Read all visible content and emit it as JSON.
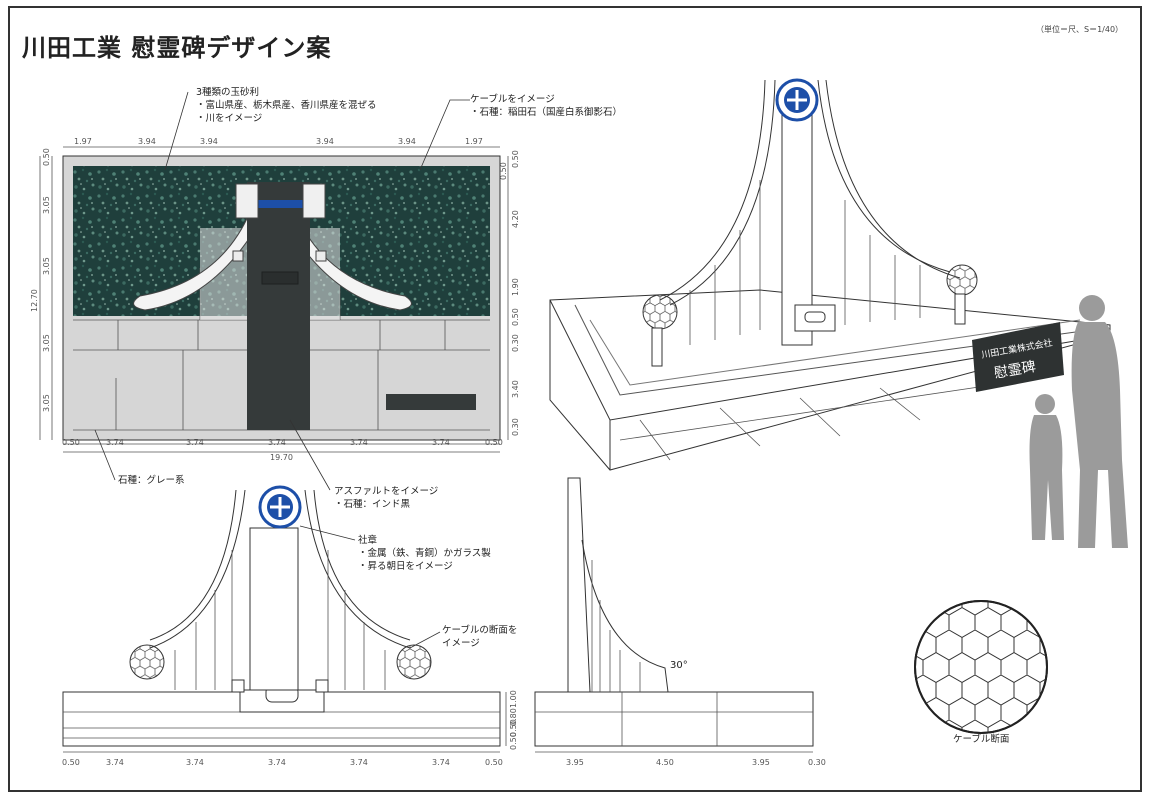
{
  "title": "川田工業 慰霊碑デザイン案",
  "unit_note": "（単位＝尺、S＝1/40）",
  "notes": {
    "gravel": [
      "3種類の玉砂利",
      "・富山県産、栃木県産、香川県産を混ぜる",
      "・川をイメージ"
    ],
    "cable_stone": [
      "ケーブルをイメージ",
      "・石種：稲田石（国産白系御影石）"
    ],
    "grey_stone": [
      "石種：グレー系"
    ],
    "asphalt": [
      "アスファルトをイメージ",
      "・石種：インド黒"
    ],
    "emblem": [
      "社章",
      "・金属（鉄、青銅）かガラス製",
      "・昇る朝日をイメージ"
    ],
    "cable_section_note": [
      "ケーブルの断面を",
      "イメージ"
    ],
    "cable_section_label": "ケーブル断面",
    "angle": "30°"
  },
  "plan_dims": {
    "top": [
      "1.97",
      "3.94",
      "3.94",
      "3.94",
      "3.94",
      "1.97"
    ],
    "bottom": [
      "0.50",
      "3.74",
      "3.74",
      "3.74",
      "3.74",
      "3.74",
      "0.50"
    ],
    "total_width": "19.70",
    "left": [
      "0.50",
      "3.05",
      "3.05",
      "3.05",
      "3.05"
    ],
    "total_height": "12.70",
    "right": [
      "0.50",
      "0.50",
      "4.20",
      "1.90",
      "0.50",
      "0.30",
      "3.40",
      "0.30"
    ]
  },
  "front_dims": {
    "bottom": [
      "0.50",
      "3.74",
      "3.74",
      "3.74",
      "3.74",
      "3.74",
      "0.50"
    ],
    "right": [
      "1.00",
      "0.80",
      "0.50",
      "0.50"
    ]
  },
  "side_dims": {
    "bottom": [
      "3.95",
      "4.50",
      "3.95",
      "0.30"
    ]
  },
  "plaque": {
    "company": "川田工業株式会社",
    "name": "慰霊碑"
  },
  "colors": {
    "gravel": "#1f3f3c",
    "asphalt": "#353a3a",
    "stone_grey": "#d9d9d9",
    "emblem_blue": "#1d4fa8"
  }
}
